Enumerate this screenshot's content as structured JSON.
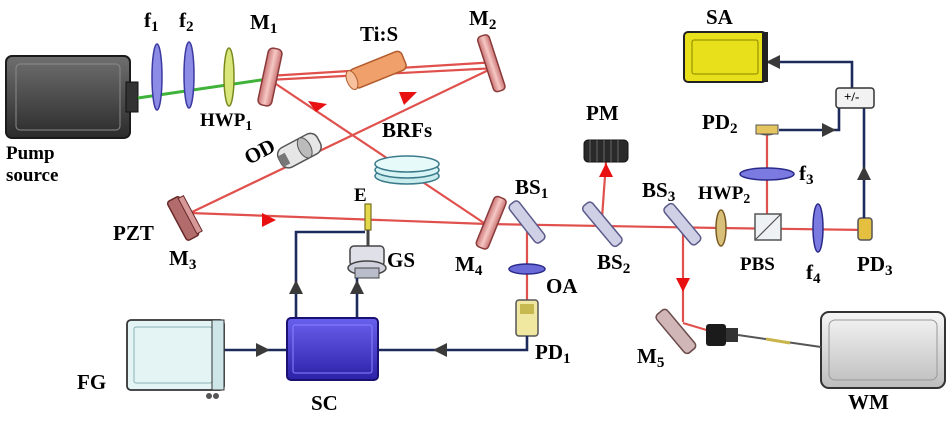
{
  "labels": {
    "f1": {
      "main": "f",
      "sub": "1"
    },
    "f2": {
      "main": "f",
      "sub": "2"
    },
    "m1": {
      "main": "M",
      "sub": "1"
    },
    "tis": {
      "main": "Ti:S"
    },
    "m2": {
      "main": "M",
      "sub": "2"
    },
    "sa": {
      "main": "SA"
    },
    "hwp1": {
      "main": "HWP",
      "sub": "1"
    },
    "pump": {
      "main": "Pump\nsource"
    },
    "brfs": {
      "main": "BRFs"
    },
    "pm": {
      "main": "PM"
    },
    "pd2": {
      "main": "PD",
      "sub": "2"
    },
    "od": {
      "main": "OD"
    },
    "f3": {
      "main": "f",
      "sub": "3"
    },
    "bs1": {
      "main": "BS",
      "sub": "1"
    },
    "bs3": {
      "main": "BS",
      "sub": "3"
    },
    "hwp2": {
      "main": "HWP",
      "sub": "2"
    },
    "e": {
      "main": "E"
    },
    "pzt": {
      "main": "PZT"
    },
    "m3": {
      "main": "M",
      "sub": "3"
    },
    "gs": {
      "main": "GS"
    },
    "m4": {
      "main": "M",
      "sub": "4"
    },
    "bs2": {
      "main": "BS",
      "sub": "2"
    },
    "pbs": {
      "main": "PBS"
    },
    "f4": {
      "main": "f",
      "sub": "4"
    },
    "pd3": {
      "main": "PD",
      "sub": "3"
    },
    "oa": {
      "main": "OA"
    },
    "pd1": {
      "main": "PD",
      "sub": "1"
    },
    "m5": {
      "main": "M",
      "sub": "5"
    },
    "fg": {
      "main": "FG"
    },
    "sc": {
      "main": "SC"
    },
    "wm": {
      "main": "WM"
    },
    "plusminus": {
      "main": "+/-"
    }
  },
  "colors": {
    "laser": "#e0504c",
    "laser_light": "#f3b3a8",
    "pump_beam": "#3fb23a",
    "cable": "#1d2a5c",
    "arrow_red": "#e81010",
    "arrow_dark": "#3a3a3a",
    "sc_box": "#4a3fd0",
    "sa_box": "#e7e01a",
    "fg_box": "#e4f3f4",
    "wm_box": "#e8e8e8",
    "pump_box": "#4a4a4a",
    "lens_blue": "#6a6ad8",
    "mirror_pink": "#e7a2a2"
  }
}
